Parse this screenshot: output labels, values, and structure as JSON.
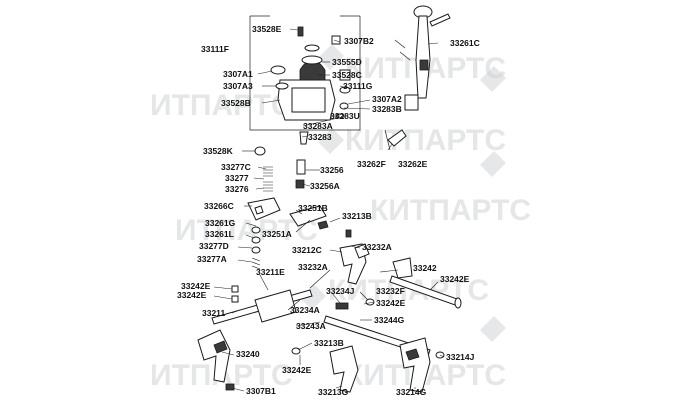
{
  "watermark": {
    "text": "КИТПАРТС",
    "text_cut": "ИТПАРТС",
    "text_cut2": "ПАРТС",
    "text_cut3": "ТПАРТС",
    "text_cut4": "АРТС"
  },
  "labels": {
    "l33528E": "33528E",
    "l33111F": "33111F",
    "l3307B2": "3307B2",
    "l33261C": "33261C",
    "l3307A1": "3307A1",
    "l33555D": "33555D",
    "l33528C": "33528C",
    "l3307A3": "3307A3",
    "l33111G": "33111G",
    "l33528B": "33528B",
    "l3307A2": "3307A2",
    "l33283B": "33283B",
    "l33283U": "33283U",
    "l33283A": "33283A",
    "l33283": "33283",
    "l33528K": "33528K",
    "l33262F": "33262F",
    "l33262E": "33262E",
    "l33277C": "33277C",
    "l33277": "33277",
    "l33256": "33256",
    "l33276": "33276",
    "l33256A": "33256A",
    "l33266C": "33266C",
    "l33251B": "33251B",
    "l33213B": "33213B",
    "l33261G": "33261G",
    "l33261L": "33261L",
    "l33251A": "33251A",
    "l33277D": "33277D",
    "l33212C": "33212C",
    "l33232A": "33232A",
    "l33277A": "33277A",
    "l33242": "33242",
    "l33211E": "33211E",
    "l33232A_b": "33232A",
    "l33242E_r": "33242E",
    "l33242E_l1": "33242E",
    "l33242E_l2": "33242E",
    "l33234J": "33234J",
    "l33232F": "33232F",
    "l33242E_m": "33242E",
    "l33211": "33211",
    "l33234A": "33234A",
    "l33244G": "33244G",
    "l33243A": "33243A",
    "l33213B_b": "33213B",
    "l33240": "33240",
    "l33214J": "33214J",
    "l33242E_b": "33242E",
    "l3307B1": "3307B1",
    "l33213G": "33213G",
    "l33214G": "33214G"
  },
  "icons": [
    "shift-lever-icon",
    "shift-fork-icon",
    "spring-icon",
    "bolt-icon",
    "shaft-icon",
    "gear-housing-icon"
  ]
}
